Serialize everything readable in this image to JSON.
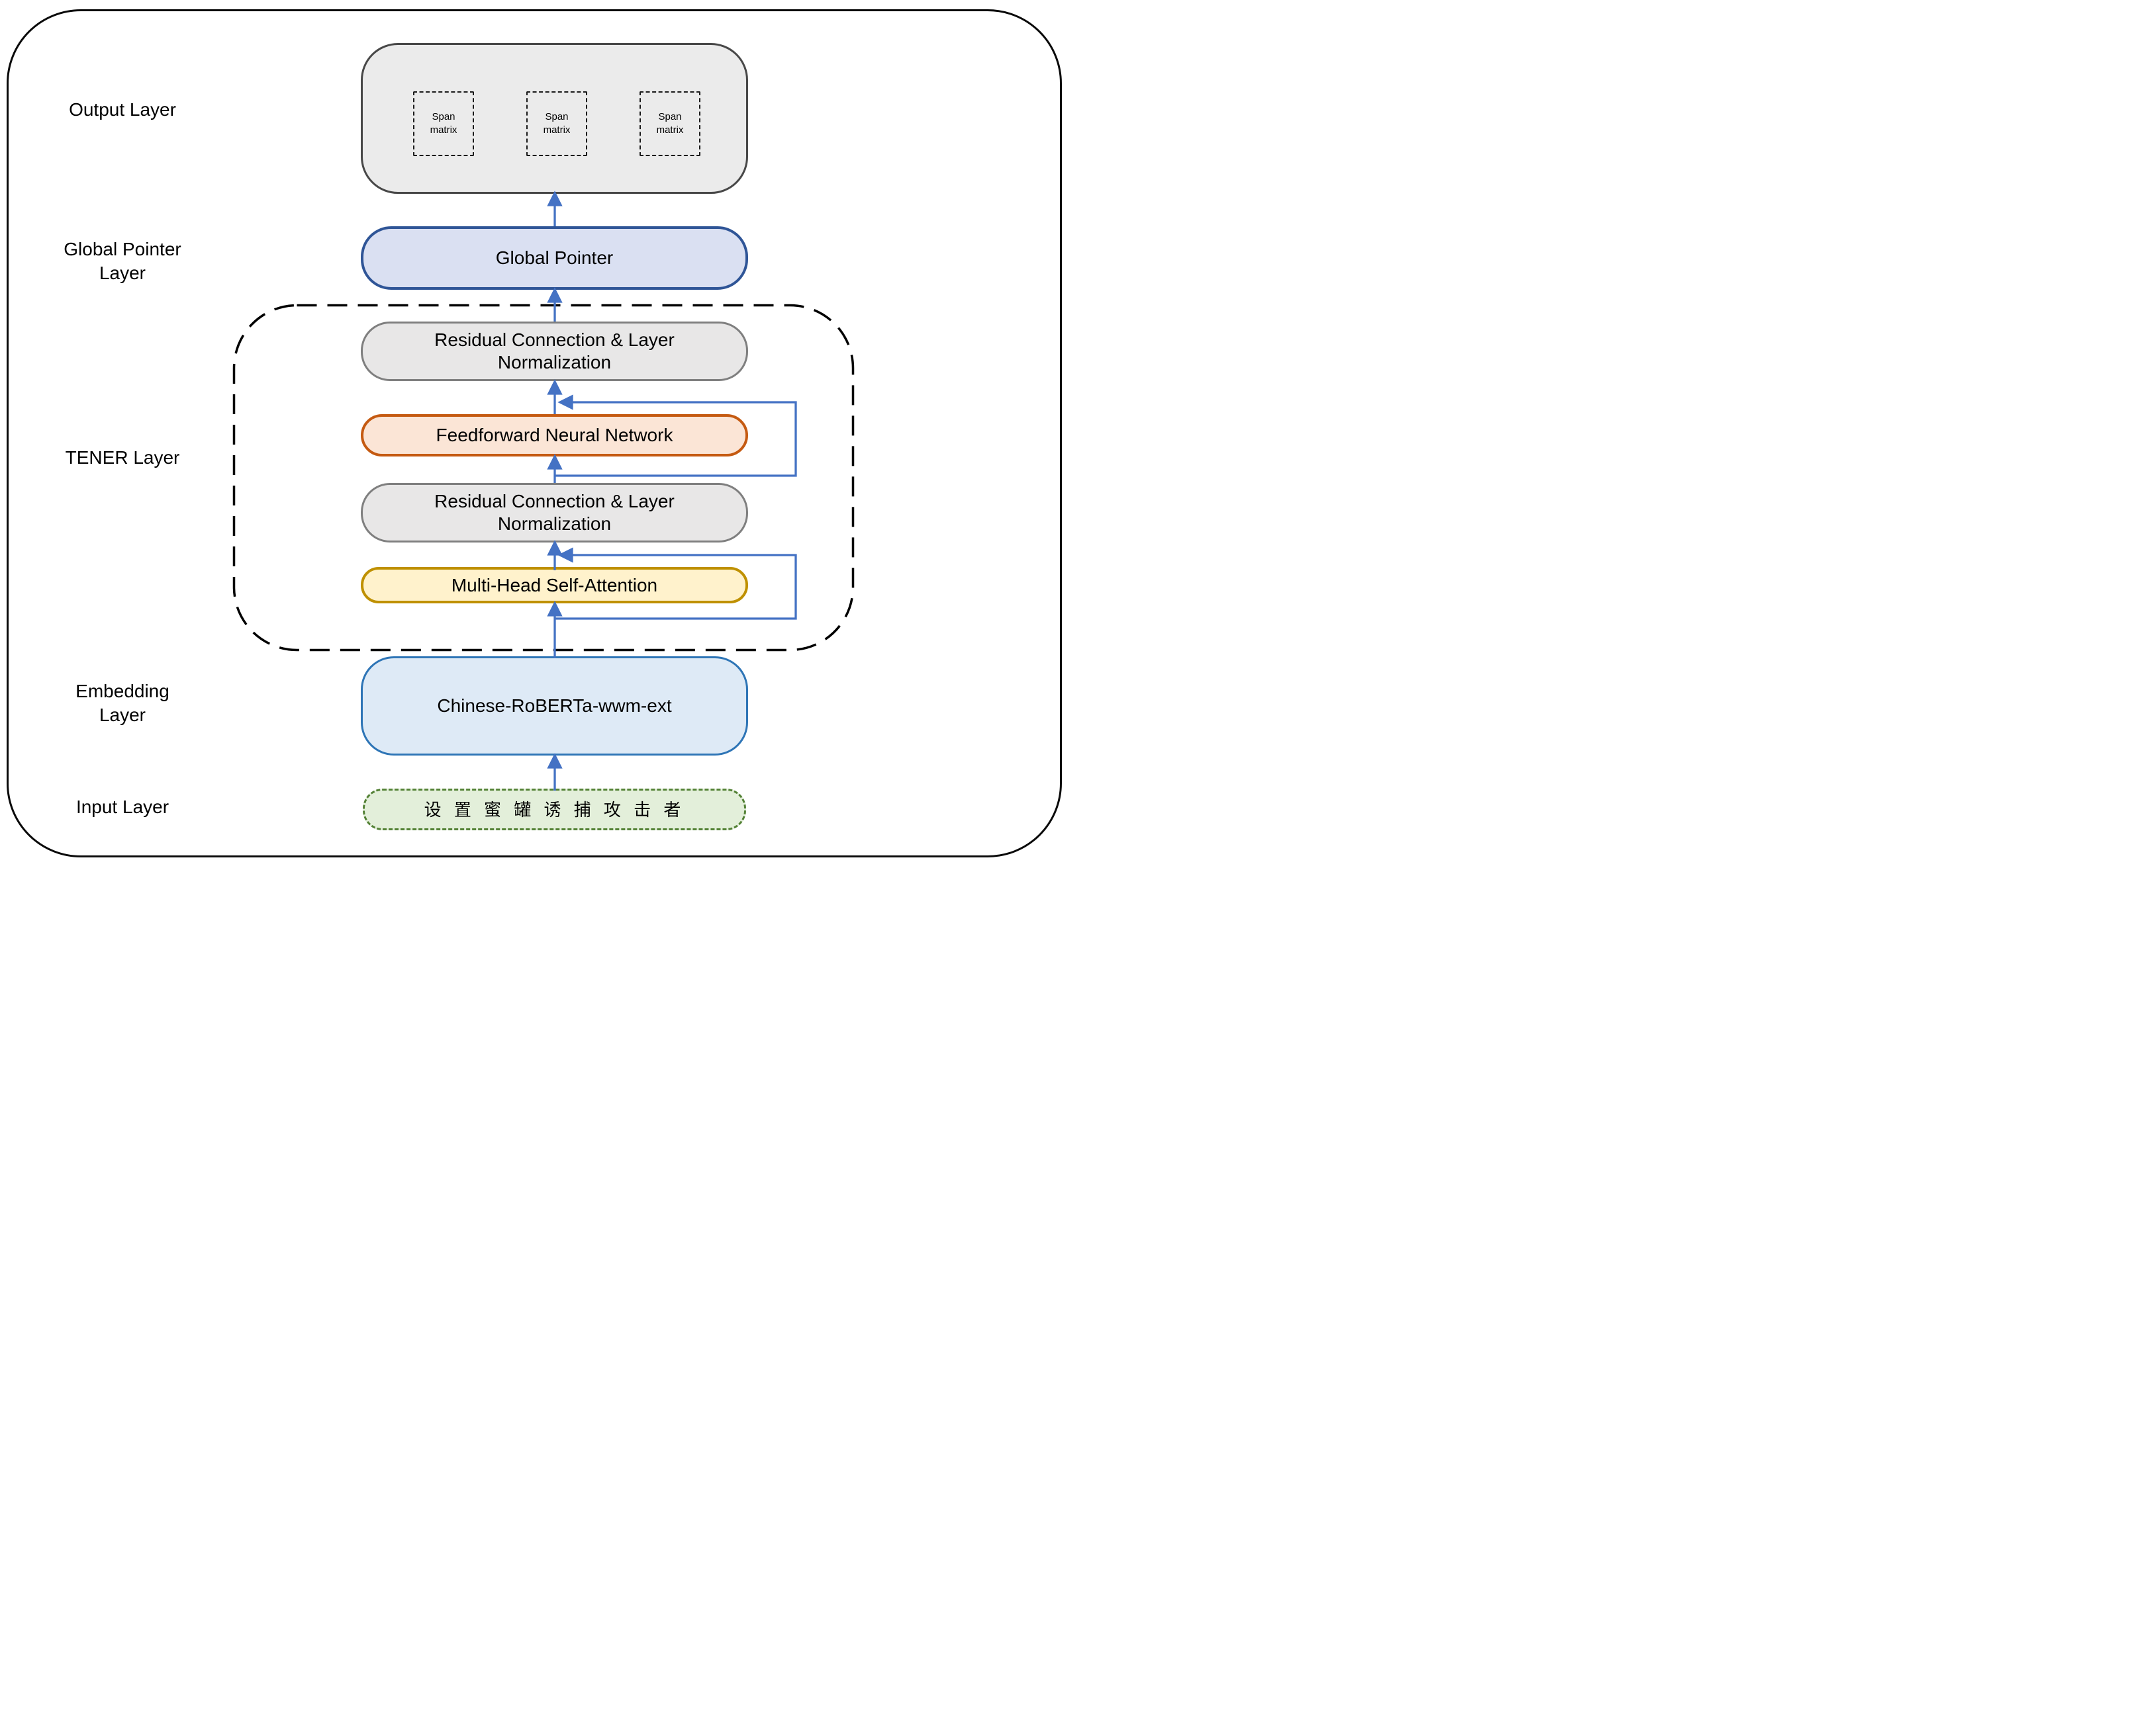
{
  "diagram": {
    "side_labels": {
      "output": "Output Layer",
      "global_pointer_l1": "Global Pointer",
      "global_pointer_l2": "Layer",
      "tener": "TENER Layer",
      "embedding_l1": "Embedding",
      "embedding_l2": "Layer",
      "input": "Input Layer"
    },
    "nodes": {
      "span_matrix": {
        "l1": "Span",
        "l2": "matrix"
      },
      "global_pointer": "Global Pointer",
      "residual": {
        "l1": "Residual Connection & Layer",
        "l2": "Normalization"
      },
      "feedforward": "Feedforward Neural Network",
      "attention": "Multi-Head Self-Attention",
      "embedding_model": "Chinese-RoBERTa-wwm-ext",
      "input_text": "设 置 蜜 罐 诱 捕 攻 击 者"
    },
    "colors": {
      "arrow": "#4472C4",
      "outer_frame_border": "#0A0A0A",
      "tener_dashed_border": "#000000",
      "output_fill": "#EBEBEB",
      "output_border": "#484848",
      "span_matrix_border": "#1A1A1A",
      "global_pointer_fill": "#DAE0F2",
      "global_pointer_border": "#2F5597",
      "residual_fill": "#E8E7E7",
      "residual_border": "#7F7F7F",
      "feedforward_fill": "#FBE5D6",
      "feedforward_border": "#C55A11",
      "attention_fill": "#FFF2CC",
      "attention_border": "#BF9000",
      "embedding_fill": "#DEEAF6",
      "embedding_border": "#2E75B6",
      "input_fill": "#E3EFDA",
      "input_border": "#538135"
    }
  }
}
